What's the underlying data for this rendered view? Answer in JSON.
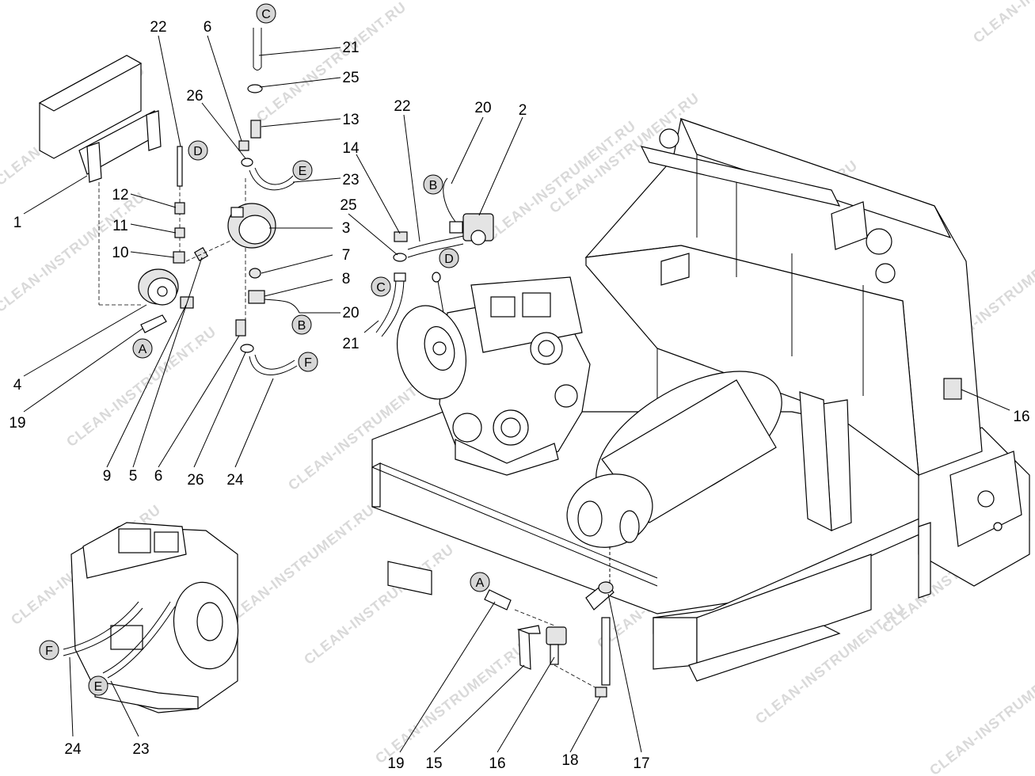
{
  "diagram": {
    "callout_numbers": [
      "1",
      "2",
      "3",
      "4",
      "5",
      "6",
      "7",
      "8",
      "9",
      "10",
      "11",
      "12",
      "13",
      "14",
      "15",
      "16",
      "17",
      "18",
      "19",
      "20",
      "21",
      "22",
      "23",
      "24",
      "25",
      "26"
    ],
    "connection_letters": [
      "A",
      "B",
      "C",
      "D",
      "E",
      "F"
    ],
    "watermark_text": "CLEAN-INSTRUMENT.RU"
  }
}
